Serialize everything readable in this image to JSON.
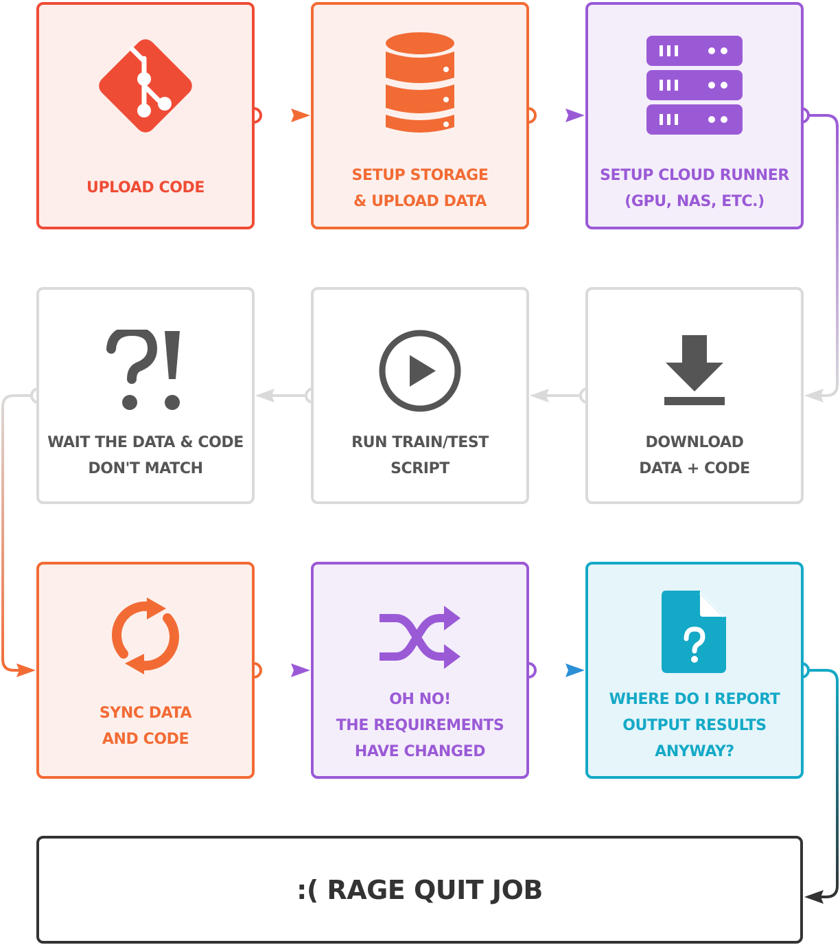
{
  "colors": {
    "red": "#ef4c36",
    "orange": "#f26b35",
    "purple": "#9a5ad6",
    "grey_border": "#dadada",
    "grey_text": "#555555",
    "teal": "#14a9c6",
    "dark": "#333333"
  },
  "steps": [
    {
      "id": "upload-code",
      "lines": [
        "UPLOAD CODE"
      ],
      "icon": "git-icon",
      "color": "red"
    },
    {
      "id": "setup-storage",
      "lines": [
        "SETUP STORAGE",
        "& UPLOAD DATA"
      ],
      "icon": "database-icon",
      "color": "orange"
    },
    {
      "id": "setup-cloud-runner",
      "lines": [
        "SETUP CLOUD RUNNER",
        "(GPU, NAS, ETC.)"
      ],
      "icon": "server-icon",
      "color": "purple"
    },
    {
      "id": "download",
      "lines": [
        "DOWNLOAD",
        "DATA + CODE"
      ],
      "icon": "download-icon",
      "color": "grey"
    },
    {
      "id": "run-script",
      "lines": [
        "RUN TRAIN/TEST",
        "SCRIPT"
      ],
      "icon": "play-icon",
      "color": "grey"
    },
    {
      "id": "wait-mismatch",
      "lines": [
        "WAIT THE DATA & CODE",
        "DON'T MATCH"
      ],
      "icon": "interrobang-icon",
      "color": "grey"
    },
    {
      "id": "sync",
      "lines": [
        "SYNC DATA",
        "AND CODE"
      ],
      "icon": "sync-icon",
      "color": "orange"
    },
    {
      "id": "requirements-changed",
      "lines": [
        "OH NO!",
        "THE REQUIREMENTS",
        "HAVE CHANGED"
      ],
      "icon": "shuffle-icon",
      "color": "purple"
    },
    {
      "id": "report-results",
      "lines": [
        "WHERE DO I REPORT",
        "OUTPUT RESULTS",
        "ANYWAY?"
      ],
      "icon": "unknown-file-icon",
      "color": "teal"
    }
  ],
  "final": {
    "label": ":( RAGE QUIT JOB"
  }
}
